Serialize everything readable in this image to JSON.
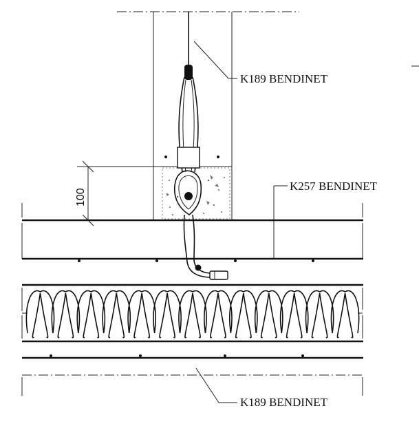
{
  "labels": {
    "top_mesh": "K189 BENDINET",
    "middle_mesh": "K257 BENDINET",
    "bottom_mesh": "K189 BENDINET",
    "dimension": "100"
  },
  "colors": {
    "line": "#111111",
    "paper": "#ffffff"
  }
}
